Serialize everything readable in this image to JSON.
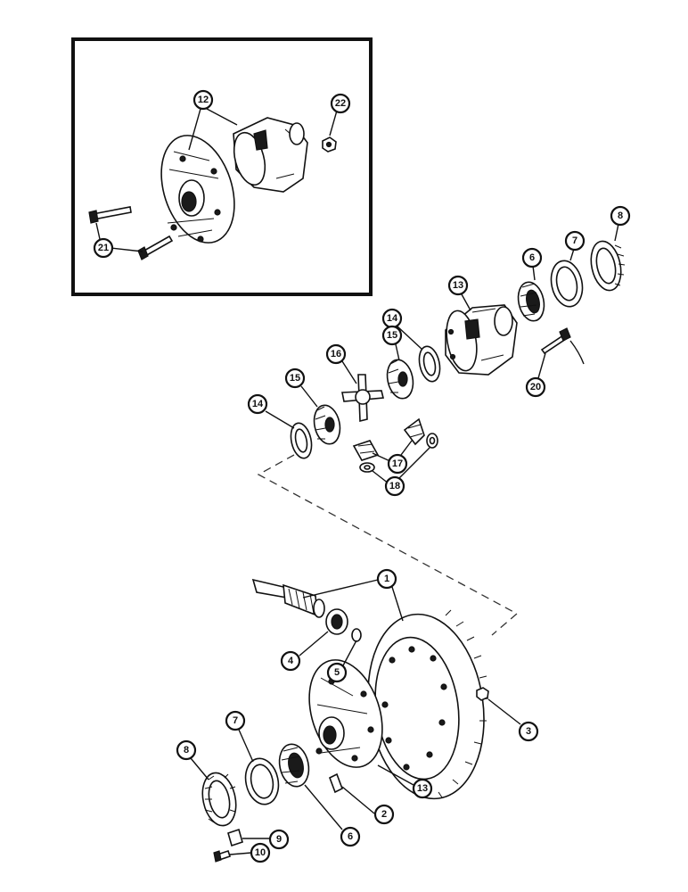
{
  "diagram": {
    "callouts": [
      {
        "id": "c12",
        "label": "12"
      },
      {
        "id": "c22",
        "label": "22"
      },
      {
        "id": "c21",
        "label": "21"
      },
      {
        "id": "c8a",
        "label": "8"
      },
      {
        "id": "c7a",
        "label": "7"
      },
      {
        "id": "c6a",
        "label": "6"
      },
      {
        "id": "c13a",
        "label": "13"
      },
      {
        "id": "c14a",
        "label": "14"
      },
      {
        "id": "c15a",
        "label": "15"
      },
      {
        "id": "c16",
        "label": "16"
      },
      {
        "id": "c15b",
        "label": "15"
      },
      {
        "id": "c14b",
        "label": "14"
      },
      {
        "id": "c17",
        "label": "17"
      },
      {
        "id": "c18",
        "label": "18"
      },
      {
        "id": "c20",
        "label": "20"
      },
      {
        "id": "c1",
        "label": "1"
      },
      {
        "id": "c4",
        "label": "4"
      },
      {
        "id": "c5",
        "label": "5"
      },
      {
        "id": "c3",
        "label": "3"
      },
      {
        "id": "c8b",
        "label": "8"
      },
      {
        "id": "c7b",
        "label": "7"
      },
      {
        "id": "c13b",
        "label": "13"
      },
      {
        "id": "c2",
        "label": "2"
      },
      {
        "id": "c6b",
        "label": "6"
      },
      {
        "id": "c9",
        "label": "9"
      },
      {
        "id": "c10",
        "label": "10"
      }
    ]
  }
}
